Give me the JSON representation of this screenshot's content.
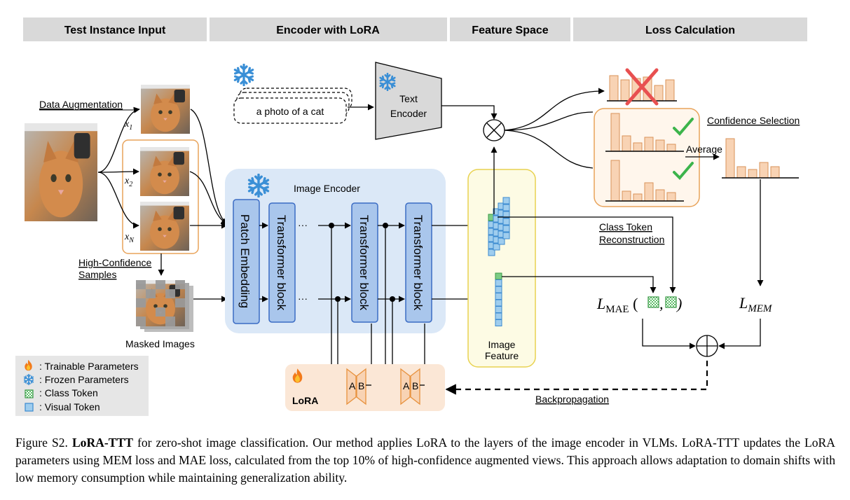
{
  "headers": {
    "input": "Test Instance Input",
    "encoder": "Encoder with LoRA",
    "feature": "Feature Space",
    "loss": "Loss Calculation"
  },
  "input_section": {
    "data_augmentation": "Data Augmentation",
    "x1": "x",
    "x1_sub": "1",
    "x2": "x",
    "x2_sub": "2",
    "xn": "x",
    "xn_sub": "N",
    "high_conf": "High-Confidence",
    "samples": "Samples",
    "masked_images": "Masked Images"
  },
  "encoder_section": {
    "prompt": "a photo of a cat",
    "text_encoder_line1": "Text",
    "text_encoder_line2": "Encoder",
    "image_encoder": "Image Encoder",
    "patch_embedding": "Patch Embedding",
    "transformer_block": "Transformer block",
    "ellipsis": "···",
    "lora_title": "LoRA",
    "lora_a": "A",
    "lora_b": "B"
  },
  "feature_section": {
    "image_feature_line1": "Image",
    "image_feature_line2": "Feature"
  },
  "loss_section": {
    "confidence_selection": "Confidence Selection",
    "average": "Average",
    "class_token_line1": "Class Token",
    "class_token_line2": "Reconstruction",
    "l_mae": "L",
    "l_mae_sub": "MAE",
    "l_mem": "L",
    "l_mem_sub": "MEM",
    "backprop": "Backpropagation"
  },
  "legend": [
    {
      "icon": "fire-icon",
      "label": ": Trainable Parameters"
    },
    {
      "icon": "snowflake-icon",
      "label": ": Frozen Parameters"
    },
    {
      "icon": "class-token-icon",
      "label": ": Class Token"
    },
    {
      "icon": "visual-token-icon",
      "label": ": Visual Token"
    }
  ],
  "caption": {
    "prefix": "Figure S2. ",
    "bold": "LoRA-TTT",
    "text": " for zero-shot image classification. Our method applies LoRA to the layers of the image encoder in VLMs. LoRA-TTT updates the LoRA parameters using MEM loss and MAE loss, calculated from the top 10% of high-confidence augmented views. This approach allows adaptation to domain shifts with low memory consumption while maintaining generalization ability."
  },
  "colors": {
    "header_bg": "#d9d9d9",
    "encoder_bg": "#dbe8f7",
    "block_fill": "#a9c6ec",
    "block_stroke": "#3b6cc4",
    "feature_bg": "#fdfbe4",
    "feature_stroke": "#e8d250",
    "lora_bg": "#fbe7d6",
    "bar_fill": "#f8d3b4",
    "bar_stroke": "#d9935a",
    "check": "#3cb44b",
    "cross": "#e85050",
    "token_blue": "#9fcdee",
    "token_green": "#7ccc85"
  }
}
